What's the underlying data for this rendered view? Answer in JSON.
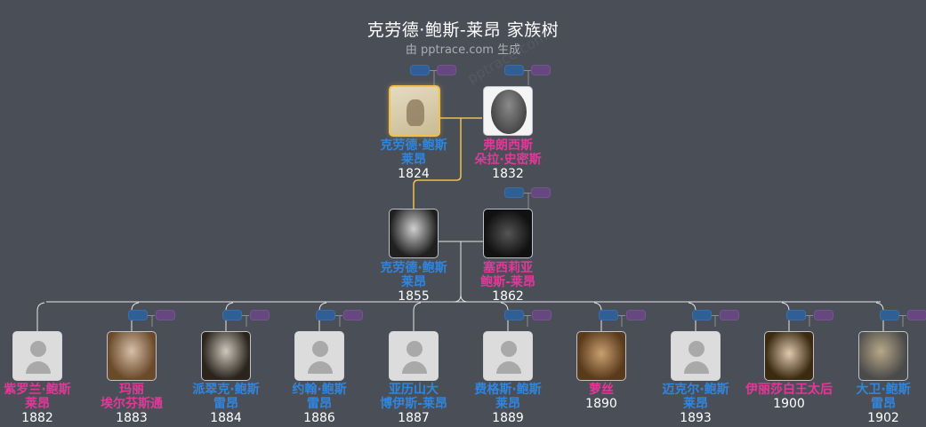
{
  "header": {
    "title": "克劳德·鲍斯-莱昂 家族树",
    "subtitle": "由 pptrace.com 生成",
    "watermark": "pptrace.com"
  },
  "colors": {
    "background": "#4a4f57",
    "male": "#2f86e0",
    "female": "#e5379a",
    "selected_line": "#f0c04a",
    "line": "#e6e6e6"
  },
  "generations": [
    {
      "level": 1,
      "people": [
        {
          "id": "p1",
          "name_line1": "克劳德·鲍斯",
          "name_line2": "莱昂",
          "year": "1824",
          "gender": "male",
          "photo": "sepia-portrait",
          "selected": true
        },
        {
          "id": "p2",
          "name_line1": "弗朗西斯",
          "name_line2": "朵拉·史密斯",
          "year": "1832",
          "gender": "female",
          "photo": "bw-oval-portrait",
          "selected": false
        }
      ]
    },
    {
      "level": 2,
      "people": [
        {
          "id": "p3",
          "name_line1": "克劳德·鲍斯",
          "name_line2": "莱昂",
          "year": "1855",
          "gender": "male",
          "photo": "bw-portrait",
          "selected": false
        },
        {
          "id": "p4",
          "name_line1": "塞西莉亚",
          "name_line2": "鲍斯-莱昂",
          "year": "1862",
          "gender": "female",
          "photo": "bw-dark-portrait",
          "selected": false
        }
      ]
    },
    {
      "level": 3,
      "people": [
        {
          "id": "c1",
          "name_line1": "紫罗兰·鲍斯",
          "name_line2": "莱昂",
          "year": "1882",
          "gender": "female",
          "photo": "placeholder"
        },
        {
          "id": "c2",
          "name_line1": "玛丽",
          "name_line2": "埃尔芬斯通",
          "year": "1883",
          "gender": "female",
          "photo": "painted-portrait"
        },
        {
          "id": "c3",
          "name_line1": "派翠克·鲍斯",
          "name_line2": "雷昂",
          "year": "1884",
          "gender": "male",
          "photo": "bw-portrait"
        },
        {
          "id": "c4",
          "name_line1": "约翰·鲍斯",
          "name_line2": "雷昂",
          "year": "1886",
          "gender": "male",
          "photo": "placeholder"
        },
        {
          "id": "c5",
          "name_line1": "亚历山大",
          "name_line2": "博伊斯-莱昂",
          "year": "1887",
          "gender": "male",
          "photo": "placeholder"
        },
        {
          "id": "c6",
          "name_line1": "费格斯·鲍斯",
          "name_line2": "莱昂",
          "year": "1889",
          "gender": "male",
          "photo": "placeholder"
        },
        {
          "id": "c7",
          "name_line1": "萝丝",
          "name_line2": "",
          "year": "1890",
          "gender": "female",
          "photo": "painted-portrait"
        },
        {
          "id": "c8",
          "name_line1": "迈克尔·鲍斯",
          "name_line2": "莱昂",
          "year": "1893",
          "gender": "male",
          "photo": "placeholder"
        },
        {
          "id": "c9",
          "name_line1": "伊丽莎白王太后",
          "name_line2": "",
          "year": "1900",
          "gender": "female",
          "photo": "painted-portrait"
        },
        {
          "id": "c10",
          "name_line1": "大卫·鲍斯",
          "name_line2": "雷昂",
          "year": "1902",
          "gender": "male",
          "photo": "painted-portrait"
        }
      ]
    }
  ]
}
